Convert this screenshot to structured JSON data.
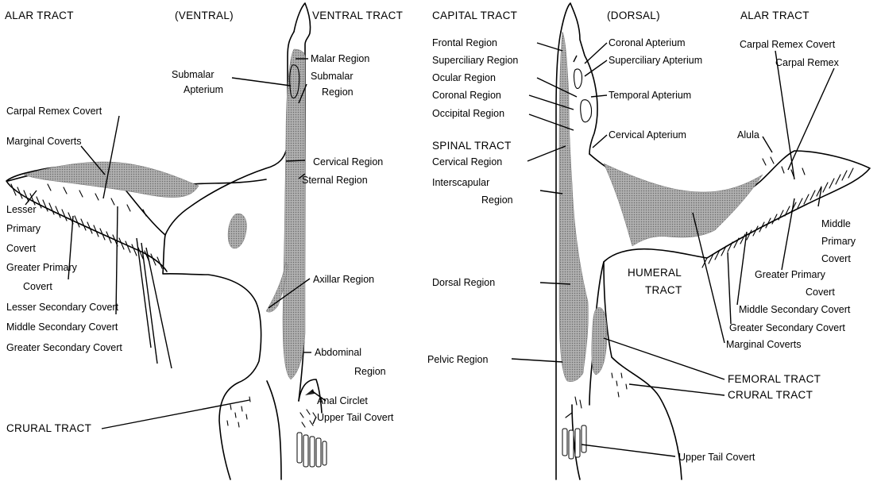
{
  "ventral": {
    "view": "(VENTRAL)",
    "alar_tract": "ALAR TRACT",
    "ventral_tract": "VENTRAL TRACT",
    "submalar_apterium": [
      "Submalar",
      "Apterium"
    ],
    "malar_region": "Malar Region",
    "submalar_region": [
      "Submalar",
      "Region"
    ],
    "carpal_remex_covert": "Carpal Remex Covert",
    "marginal_coverts": "Marginal Coverts",
    "cervical_region": "Cervical Region",
    "sternal_region": "Sternal Region",
    "lesser_primary_covert": [
      "Lesser",
      "Primary",
      "Covert"
    ],
    "greater_primary_covert": [
      "Greater Primary",
      "Covert"
    ],
    "lesser_secondary_covert": "Lesser Secondary Covert",
    "middle_secondary_covert": "Middle Secondary Covert",
    "greater_secondary_covert": "Greater Secondary Covert",
    "axillar_region": "Axillar Region",
    "abdominal_region": [
      "Abdominal",
      "Region"
    ],
    "anal_circlet": "Anal Circlet",
    "upper_tail_covert": "Upper Tail Covert",
    "crural_tract": "CRURAL TRACT"
  },
  "dorsal": {
    "view": "(DORSAL)",
    "capital_tract": "CAPITAL TRACT",
    "alar_tract": "ALAR TRACT",
    "frontal_region": "Frontal Region",
    "superciliary_region": "Superciliary Region",
    "ocular_region": "Ocular Region",
    "coronal_region": "Coronal Region",
    "occipital_region": "Occipital Region",
    "spinal_tract": "SPINAL TRACT",
    "cervical_region": "Cervical Region",
    "interscapular_region": [
      "Interscapular",
      "Region"
    ],
    "coronal_apterium": "Coronal Apterium",
    "superciliary_apterium": "Superciliary Apterium",
    "temporal_apterium": "Temporal Apterium",
    "cervical_apterium": "Cervical Apterium",
    "carpal_remex_covert": "Carpal Remex Covert",
    "carpal_remex": "Carpal Remex",
    "alula": "Alula",
    "middle_primary_covert": [
      "Middle",
      "Primary",
      "Covert"
    ],
    "greater_primary_covert": [
      "Greater Primary",
      "Covert"
    ],
    "middle_secondary_covert": "Middle Secondary Covert",
    "greater_secondary_covert": "Greater Secondary Covert",
    "marginal_coverts": "Marginal Coverts",
    "humeral_tract": [
      "HUMERAL",
      "TRACT"
    ],
    "dorsal_region": "Dorsal Region",
    "pelvic_region": "Pelvic Region",
    "femoral_tract": "FEMORAL TRACT",
    "crural_tract": "CRURAL TRACT",
    "upper_tail_covert": "Upper Tail Covert"
  }
}
